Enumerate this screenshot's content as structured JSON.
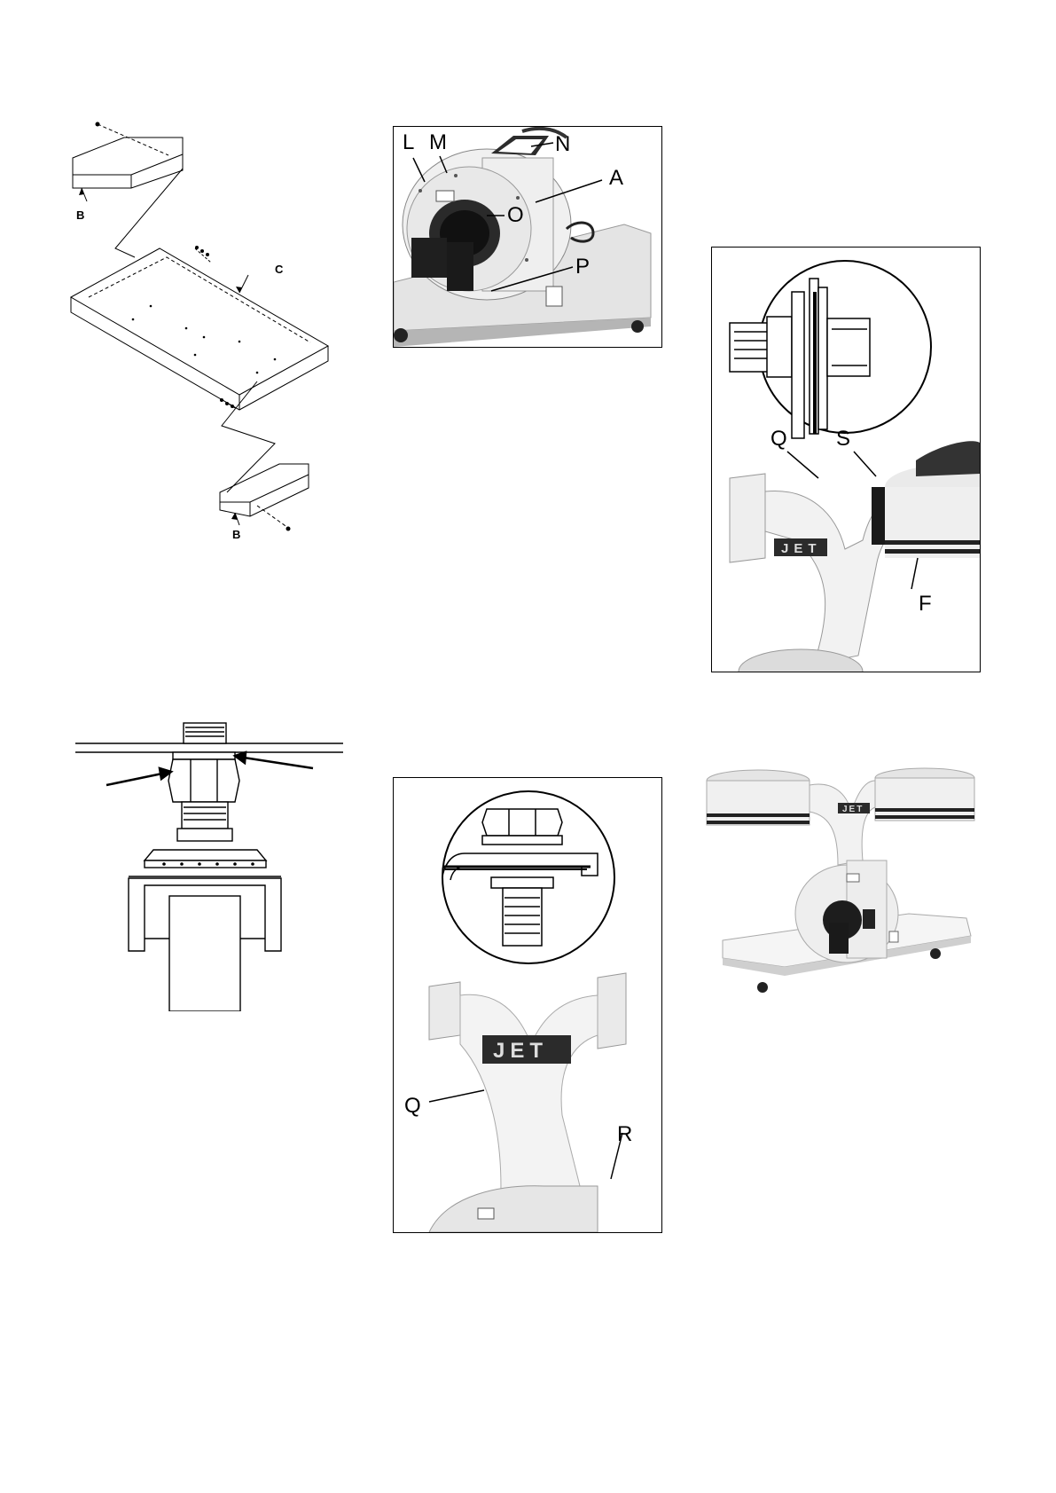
{
  "figures": {
    "table_assembly": {
      "labels": {
        "b_top": "B",
        "c": "C",
        "b_bottom": "B"
      }
    },
    "blower_mount": {
      "labels": {
        "l": "L",
        "m": "M",
        "n": "N",
        "a": "A",
        "o": "O",
        "p": "P"
      }
    },
    "bag_ring_detail": {
      "labels": {
        "q": "Q",
        "s": "S",
        "f": "F"
      },
      "logo": "JET"
    },
    "caster_detail": {
      "labels": {}
    },
    "y_adapter_mount": {
      "labels": {
        "q": "Q",
        "r": "R"
      },
      "logo": "JET"
    },
    "assembled_unit": {
      "logo": "JET"
    }
  },
  "colors": {
    "line": "#000000",
    "machine_white": "#eeeeee",
    "machine_shade": "#bdbdbd",
    "dark_part": "#1e1e1e",
    "logo_bg": "#2b2b2b"
  }
}
